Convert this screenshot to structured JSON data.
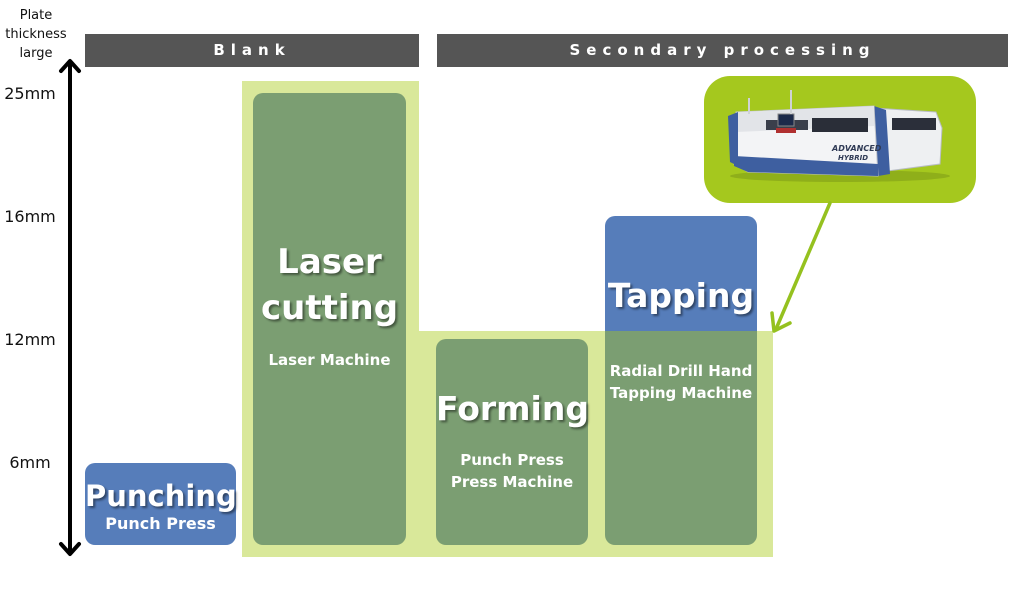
{
  "axis": {
    "title": "Plate thickness large",
    "title_lines": [
      "Plate",
      "thickness",
      "large"
    ],
    "ticks": [
      "25mm",
      "16mm",
      "12mm",
      "6mm"
    ]
  },
  "headers": {
    "blank": "Blank",
    "secondary": "Secondary processing"
  },
  "processes": {
    "punching": {
      "title": "Punching",
      "machine": "Punch Press",
      "max_thickness": "6mm"
    },
    "laser": {
      "title_line1": "Laser",
      "title_line2": "cutting",
      "machine": "Laser Machine",
      "max_thickness": "25mm"
    },
    "forming": {
      "title": "Forming",
      "machine_line1": "Punch Press",
      "machine_line2": "Press Machine",
      "max_thickness": "12mm"
    },
    "tapping": {
      "title": "Tapping",
      "machine_line1": "Radial Drill Hand",
      "machine_line2": "Tapping Machine",
      "max_thickness": "16mm"
    }
  },
  "photo": {
    "subject": "laser-cutting-machine",
    "labels": [
      "ADVANCED",
      "HYBRID"
    ]
  },
  "colors": {
    "header": "#555555",
    "band": "#d9e89a",
    "green_box": "#7b9e72",
    "blue_box": "#567dba",
    "callout": "#a5c81e"
  }
}
